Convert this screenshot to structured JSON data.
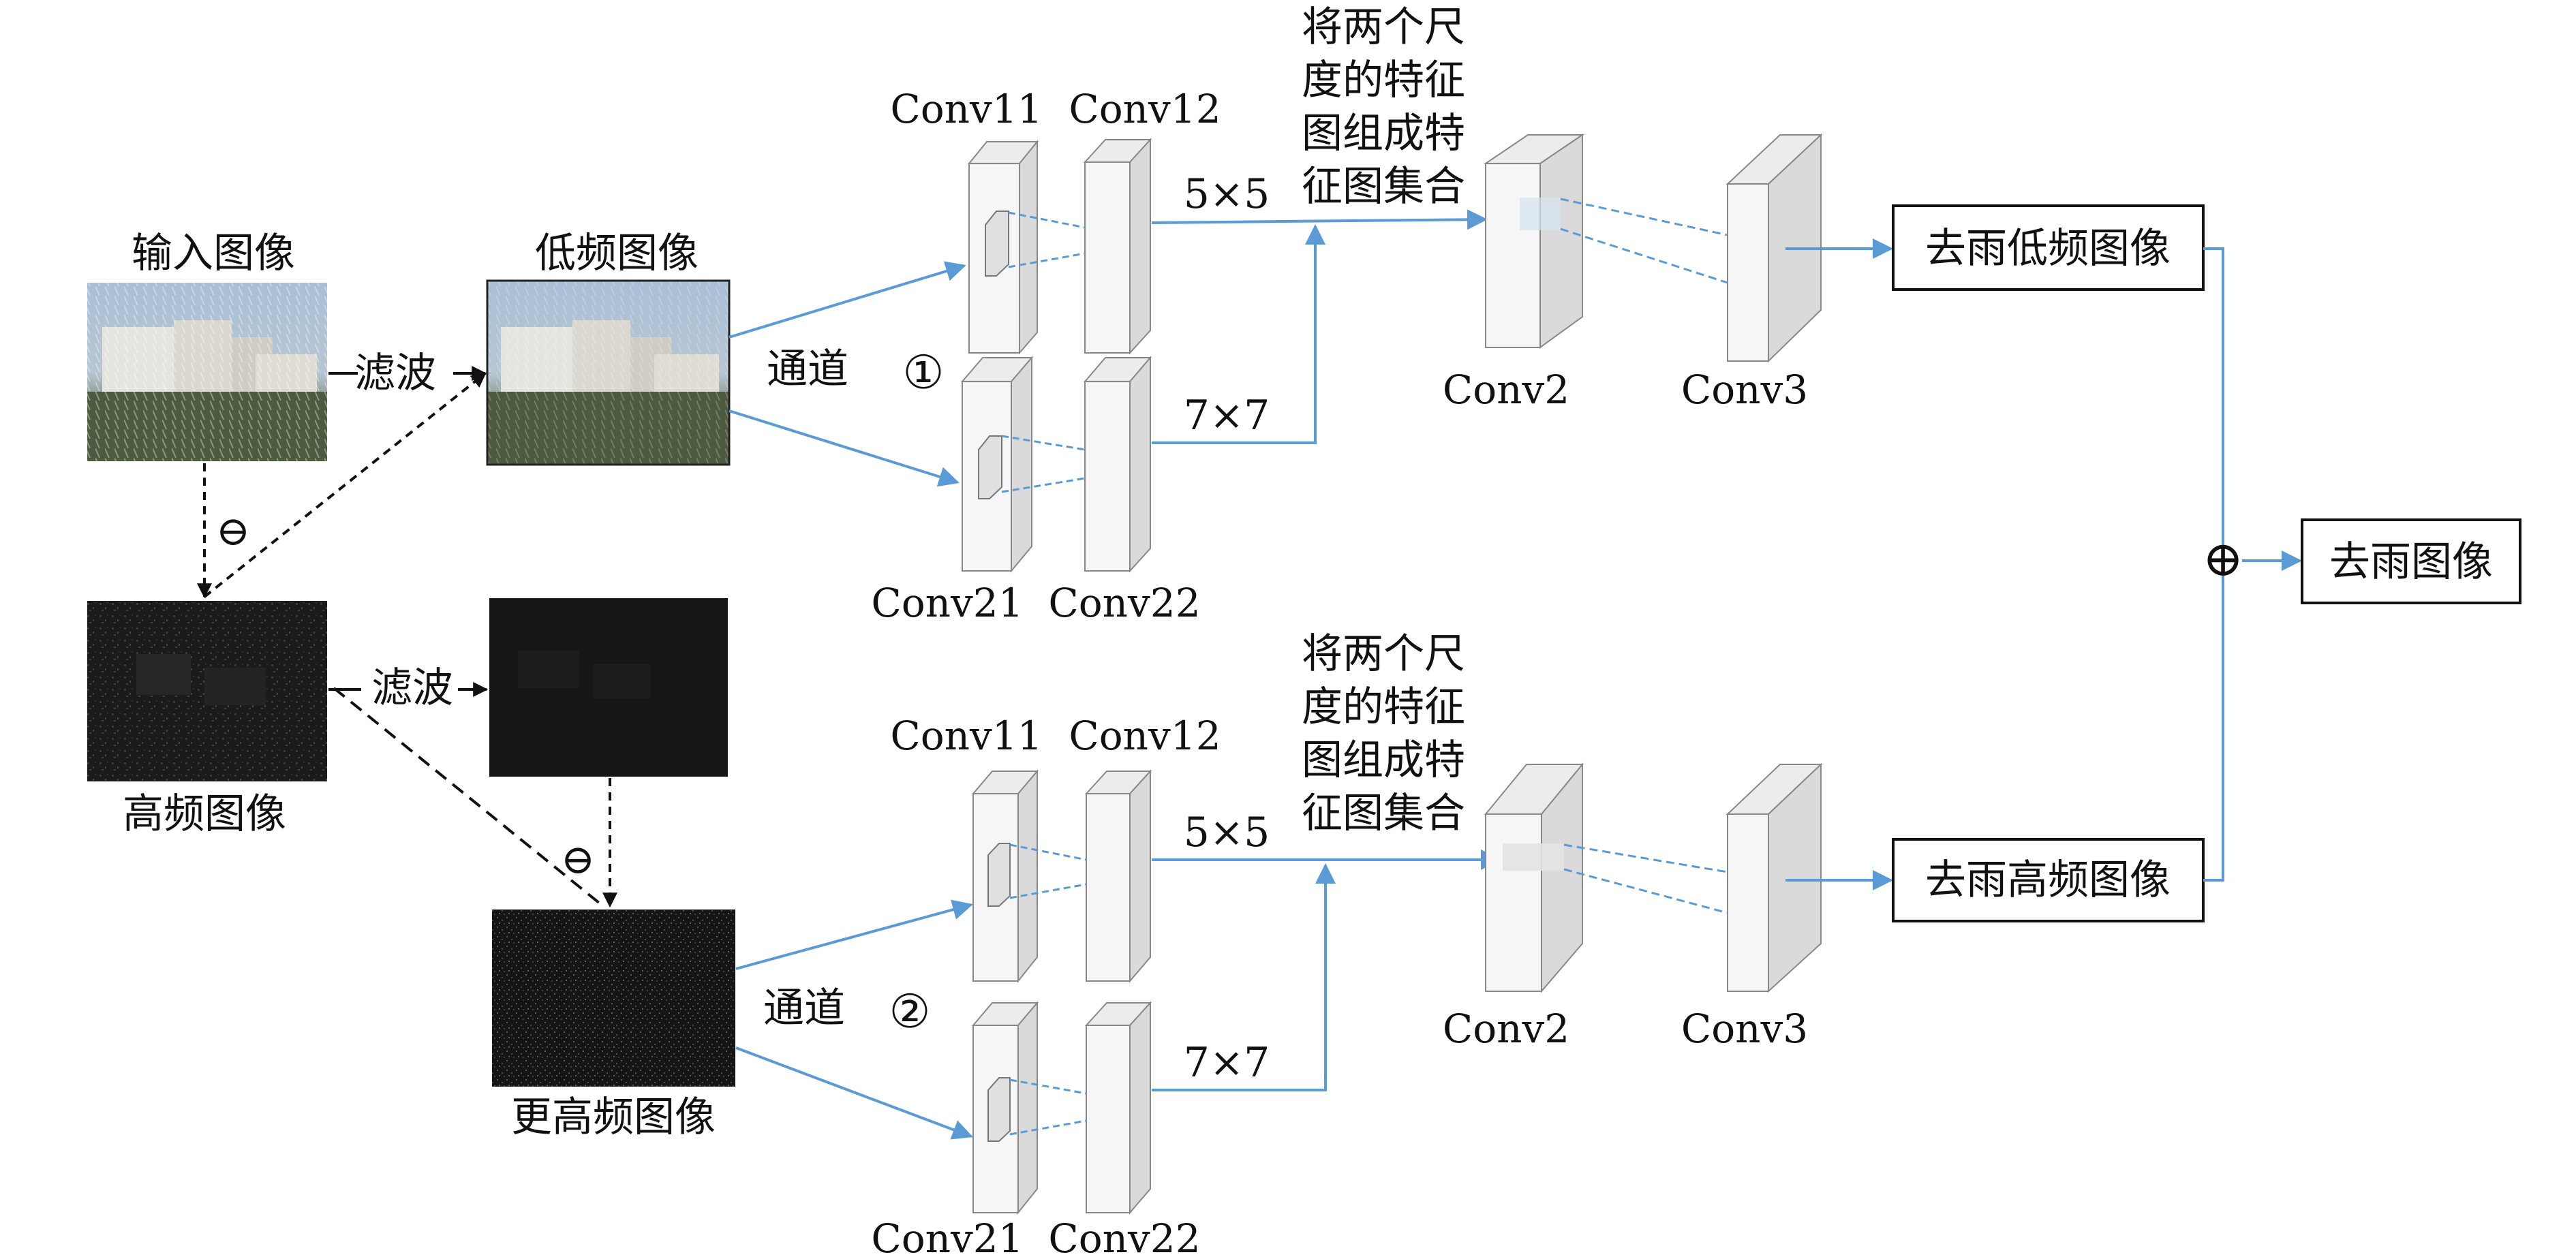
{
  "left": {
    "input_label": "输入图像",
    "low_label": "低频图像",
    "high_label": "高频图像",
    "higher_label": "更高频图像",
    "filter_top": "滤波",
    "filter_bottom": "滤波",
    "minus_symbol": "⊖"
  },
  "channel1": {
    "label": "通道",
    "number": "①",
    "conv11": "Conv11",
    "conv12": "Conv12",
    "conv21": "Conv21",
    "conv22": "Conv22",
    "k5": "5×5",
    "k7": "7×7",
    "merge_lines": [
      "将两个尺",
      "度的特征",
      "图组成特",
      "征图集合"
    ],
    "conv2": "Conv2",
    "conv3": "Conv3",
    "output": "去雨低频图像"
  },
  "channel2": {
    "label": "通道",
    "number": "②",
    "conv11": "Conv11",
    "conv12": "Conv12",
    "conv21": "Conv21",
    "conv22": "Conv22",
    "k5": "5×5",
    "k7": "7×7",
    "merge_lines": [
      "将两个尺",
      "度的特征",
      "图组成特",
      "征图集合"
    ],
    "conv2": "Conv2",
    "conv3": "Conv3",
    "output": "去雨高频图像"
  },
  "final": {
    "plus_symbol": "⊕",
    "output": "去雨图像"
  },
  "colors": {
    "arrow": "#5b9bd5",
    "dash": "#222222",
    "face": "#f4f4f4",
    "side": "#dcdcdc",
    "top": "#ebebeb"
  }
}
